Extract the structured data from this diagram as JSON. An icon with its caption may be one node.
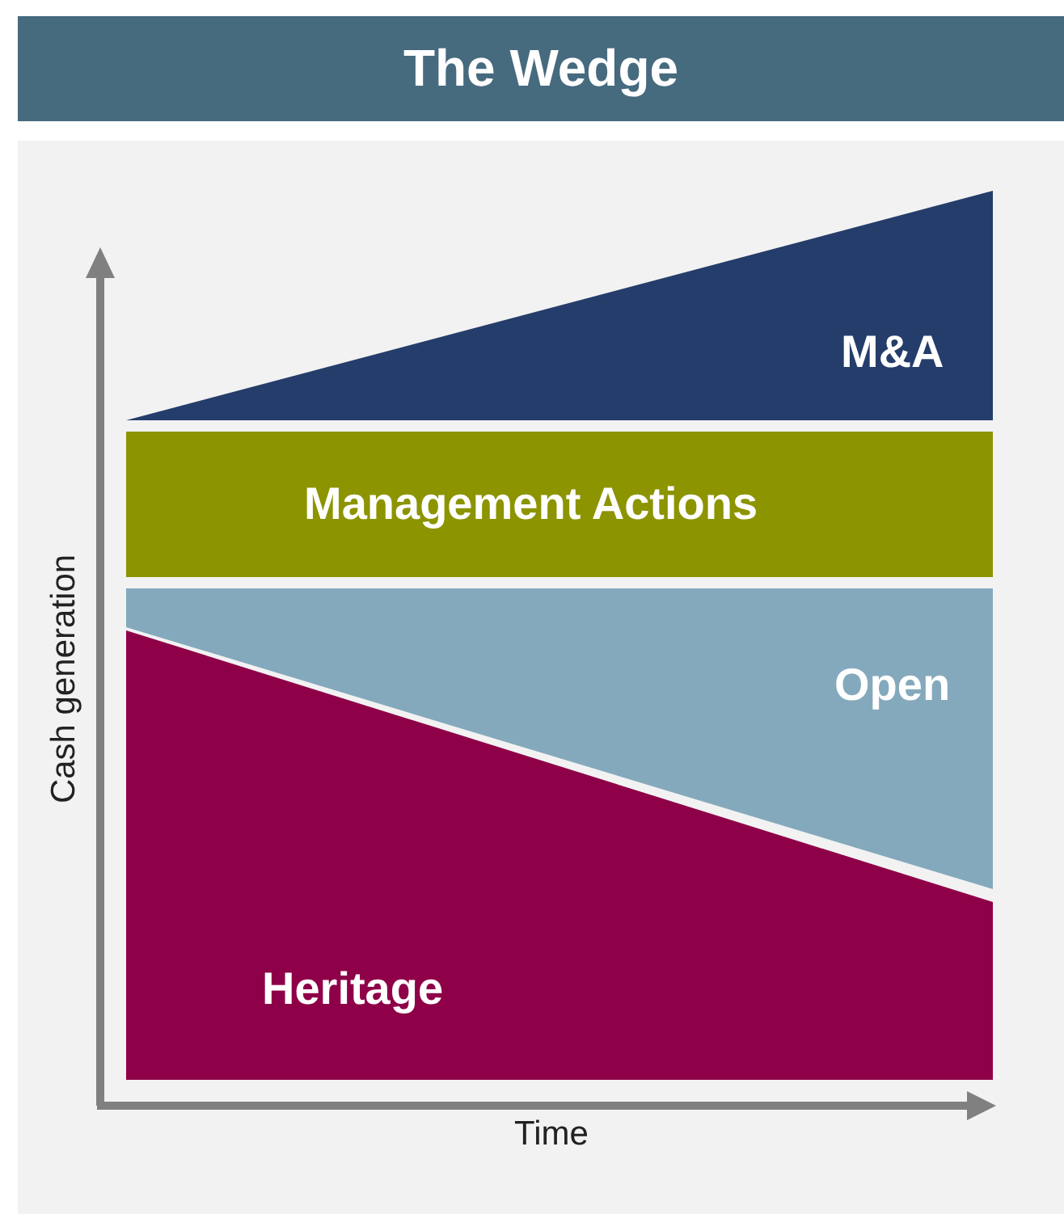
{
  "diagram": {
    "title": "The Wedge",
    "nodes": [
      {
        "text": [
          "M&A"
        ]
      },
      {
        "text": [
          "Management Actions"
        ]
      },
      {
        "text": [
          "Open"
        ]
      },
      {
        "text": [
          "Heritage"
        ]
      }
    ],
    "labels": [
      "Cash generation",
      "Time"
    ]
  }
}
